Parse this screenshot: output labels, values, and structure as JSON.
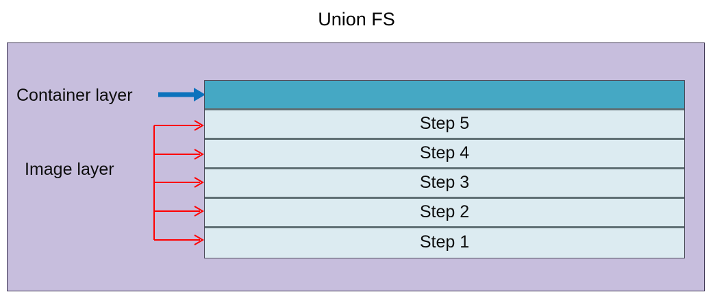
{
  "title": "Union FS",
  "labels": {
    "container_layer": "Container layer",
    "image_layer": "Image layer"
  },
  "colors": {
    "panel_background": "#C7BEDD",
    "panel_border": "#3C3452",
    "container_layer_fill": "#45A8C4",
    "image_layer_fill": "#DCEBF1",
    "layer_border": "#5F6F74",
    "stack_border": "#4A4A58",
    "container_arrow": "#0C72BC",
    "image_arrow": "#FF0000",
    "title_text": "#000000",
    "page_background": "#FFFFFF"
  },
  "stack": {
    "container_layer": {
      "label": "",
      "fill": "#45A8C4"
    },
    "image_layers": [
      {
        "label": "Step 5"
      },
      {
        "label": "Step 4"
      },
      {
        "label": "Step 3"
      },
      {
        "label": "Step 2"
      },
      {
        "label": "Step 1"
      }
    ]
  },
  "arrows": {
    "container": {
      "icon": "right-arrow-icon",
      "color": "#0C72BC",
      "count": 1
    },
    "image": {
      "icon": "right-arrow-icon",
      "color": "#FF0000",
      "count": 5
    }
  }
}
